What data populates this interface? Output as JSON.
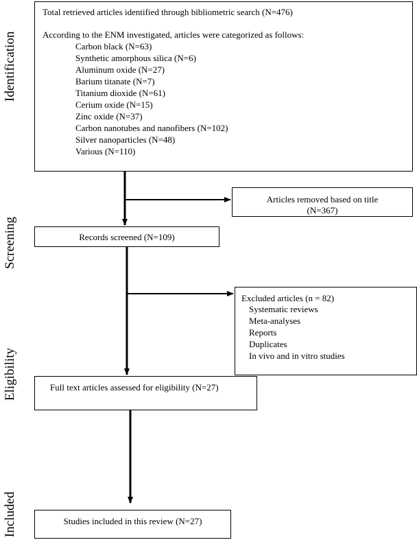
{
  "stages": {
    "identification": "Identification",
    "screening": "Screening",
    "eligibility": "Eligibility",
    "included": "Included"
  },
  "identification_box": {
    "line1": "Total retrieved articles identified through bibliometric search  (N=476)",
    "intro": "According to the ENM investigated, articles were categorized as follows:",
    "categories": [
      "Carbon black (N=63)",
      "Synthetic amorphous silica (N=6)",
      "Aluminum oxide (N=27)",
      "Barium titanate (N=7)",
      "Titanium dioxide (N=61)",
      "Cerium oxide (N=15)",
      "Zinc oxide (N=37)",
      "Carbon nanotubes and nanofibers (N=102)",
      "Silver nanoparticles (N=48)",
      "Various (N=110)"
    ]
  },
  "removed_box": {
    "line1": "Articles removed based on title",
    "line2": "(N=367)"
  },
  "screened_box": {
    "label": "Records screened (N=109)"
  },
  "excluded_box": {
    "title": "Excluded articles (n = 82)",
    "items": [
      "Systematic reviews",
      "Meta-analyses",
      "Reports",
      "Duplicates",
      "In vivo and in vitro studies"
    ]
  },
  "eligibility_box": {
    "label": "Full text articles assessed for eligibility (N=27)"
  },
  "included_box": {
    "label": "Studies included in this review (N=27)"
  }
}
